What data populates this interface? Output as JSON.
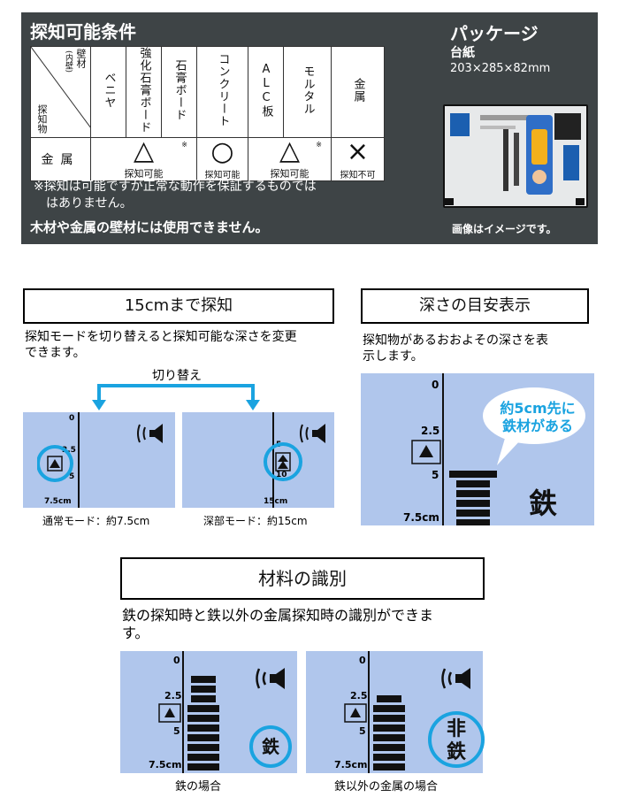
{
  "conditions": {
    "title": "探知可能条件",
    "header_corner_top": "壁材",
    "header_corner_top_sub": "(内壁)",
    "header_corner_left": "探知物",
    "materials": [
      "ベニヤ",
      "強化石膏ボード",
      "石膏ボード",
      "コンクリート",
      "ALC板",
      "モルタル",
      "金属"
    ],
    "row_label": "金属",
    "results": [
      {
        "symbol": "△",
        "star": "※",
        "label": "探知可能"
      },
      {
        "symbol": "○",
        "star": "",
        "label": "探知可能"
      },
      {
        "symbol": "△",
        "star": "※",
        "label": "探知可能"
      },
      {
        "symbol": "×",
        "star": "",
        "label": "探知不可"
      }
    ],
    "note_line1": "※探知は可能ですが正常な動作を保証するものでは",
    "note_line2": "はありません。",
    "warning": "木材や金属の壁材には使用できません。"
  },
  "package": {
    "title": "パッケージ",
    "material": "台紙",
    "size": "203×285×82mm",
    "caption": "画像はイメージです。"
  },
  "section_depth15": {
    "heading": "15cmまで探知",
    "desc_line1": "探知モードを切り替えると探知可能な深さを変更",
    "desc_line2": "できます。",
    "switch_label": "切り替え",
    "panel_normal": {
      "ticks": [
        "0",
        "2.5",
        "5",
        "7.5cm"
      ],
      "caption": "通常モード：約7.5cm"
    },
    "panel_deep": {
      "ticks": [
        "5",
        "10",
        "15cm"
      ],
      "caption": "深部モード：約15cm"
    }
  },
  "section_depth_guide": {
    "heading": "深さの目安表示",
    "desc_line1": "探知物があるおおよその深さを表",
    "desc_line2": "示します。",
    "ticks": [
      "0",
      "2.5",
      "5",
      "7.5cm"
    ],
    "bubble_line1": "約5cm先に",
    "bubble_line2": "鉄材がある",
    "iron_label": "鉄"
  },
  "section_material": {
    "heading": "材料の識別",
    "desc_line1": "鉄の探知時と鉄以外の金属探知時の識別ができま",
    "desc_line2": "す。",
    "panel_iron": {
      "ticks": [
        "0",
        "2.5",
        "5",
        "7.5cm"
      ],
      "badge": "鉄",
      "caption": "鉄の場合"
    },
    "panel_nonferrous": {
      "ticks": [
        "0",
        "2.5",
        "5",
        "7.5cm"
      ],
      "badge_line1": "非",
      "badge_line2": "鉄",
      "caption": "鉄以外の金属の場合"
    }
  },
  "colors": {
    "panel_bg": "#3e4446",
    "lcd": "#b0c6ec",
    "accent_blue": "#1aa3e0"
  },
  "icons": [
    "speaker-icon",
    "sound-wave-icon",
    "triangle-marker-icon",
    "arrow-switch-icon"
  ]
}
